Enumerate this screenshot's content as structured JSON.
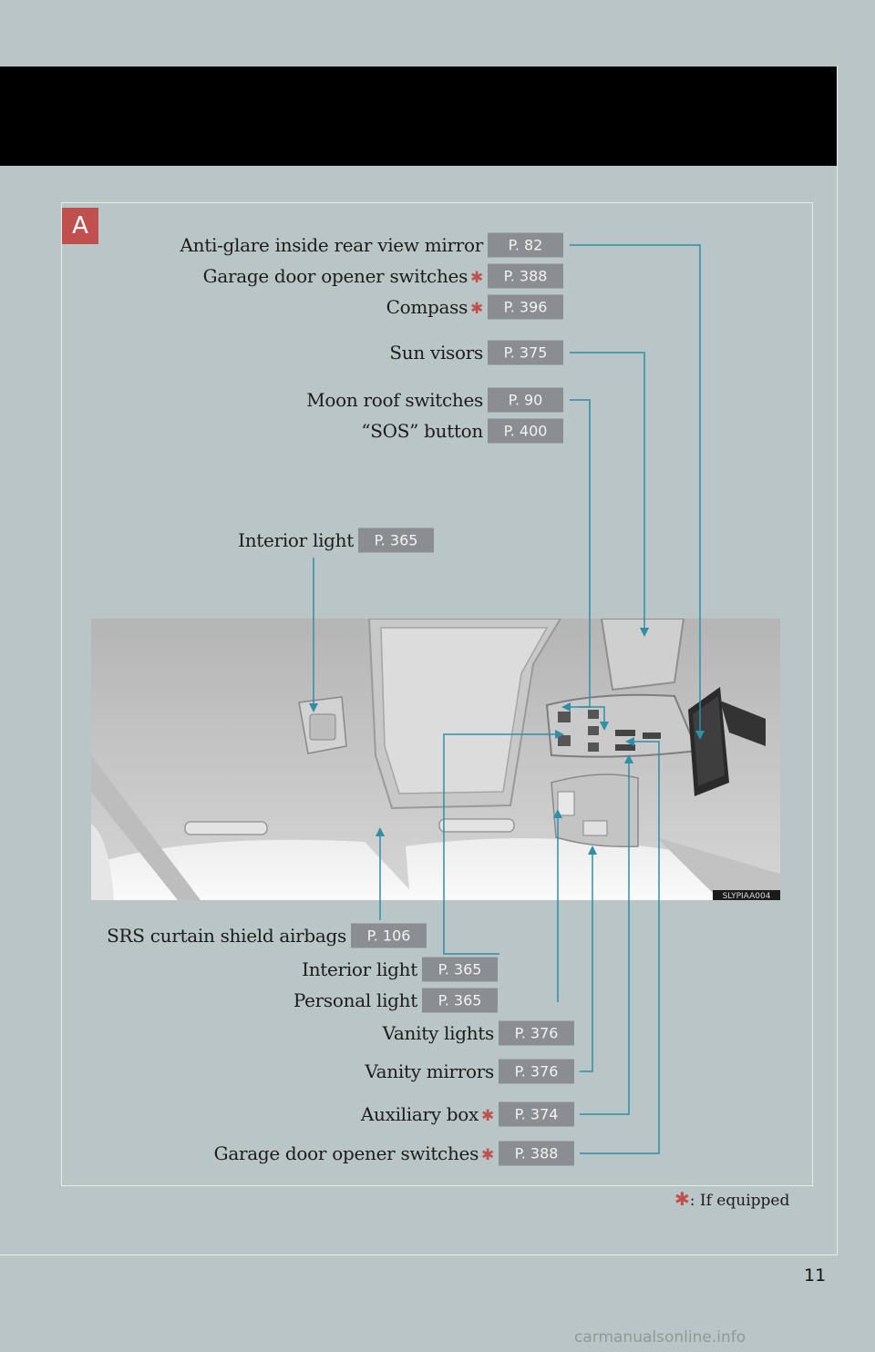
{
  "section_badge": "A",
  "callouts_top": [
    {
      "label": "Anti-glare inside rear view mirror",
      "page": "P. 82",
      "equipped_mark": false
    },
    {
      "label": "Garage door opener switches",
      "page": "P. 388",
      "equipped_mark": true
    },
    {
      "label": "Compass",
      "page": "P. 396",
      "equipped_mark": true
    },
    {
      "label": "Sun visors",
      "page": "P. 375",
      "equipped_mark": false
    },
    {
      "label": "Moon roof switches",
      "page": "P. 90",
      "equipped_mark": false
    },
    {
      "label": "“SOS” button",
      "page": "P. 400",
      "equipped_mark": false
    },
    {
      "label": "Interior light",
      "page": "P. 365",
      "equipped_mark": false
    }
  ],
  "callouts_bottom": [
    {
      "label": "SRS curtain shield airbags",
      "page": "P. 106",
      "equipped_mark": false
    },
    {
      "label": "Interior light",
      "page": "P. 365",
      "equipped_mark": false
    },
    {
      "label": "Personal light",
      "page": "P. 365",
      "equipped_mark": false
    },
    {
      "label": "Vanity lights",
      "page": "P. 376",
      "equipped_mark": false
    },
    {
      "label": "Vanity mirrors",
      "page": "P. 376",
      "equipped_mark": false
    },
    {
      "label": "Auxiliary box",
      "page": "P. 374",
      "equipped_mark": true
    },
    {
      "label": "Garage door opener switches",
      "page": "P. 388",
      "equipped_mark": true
    }
  ],
  "image_code": "SLYPIAA004",
  "equipped_symbol": "✱",
  "footnote_text": ": If equipped",
  "page_number": "11",
  "watermark": "carmanualsonline.info",
  "colors": {
    "page_background": "#b9c5c6",
    "header_band": "#000000",
    "badge": "#c0504d",
    "page_ref_box": "#8a8e93",
    "leader_line": "#2e8fa6",
    "asterisk": "#c0504d"
  }
}
